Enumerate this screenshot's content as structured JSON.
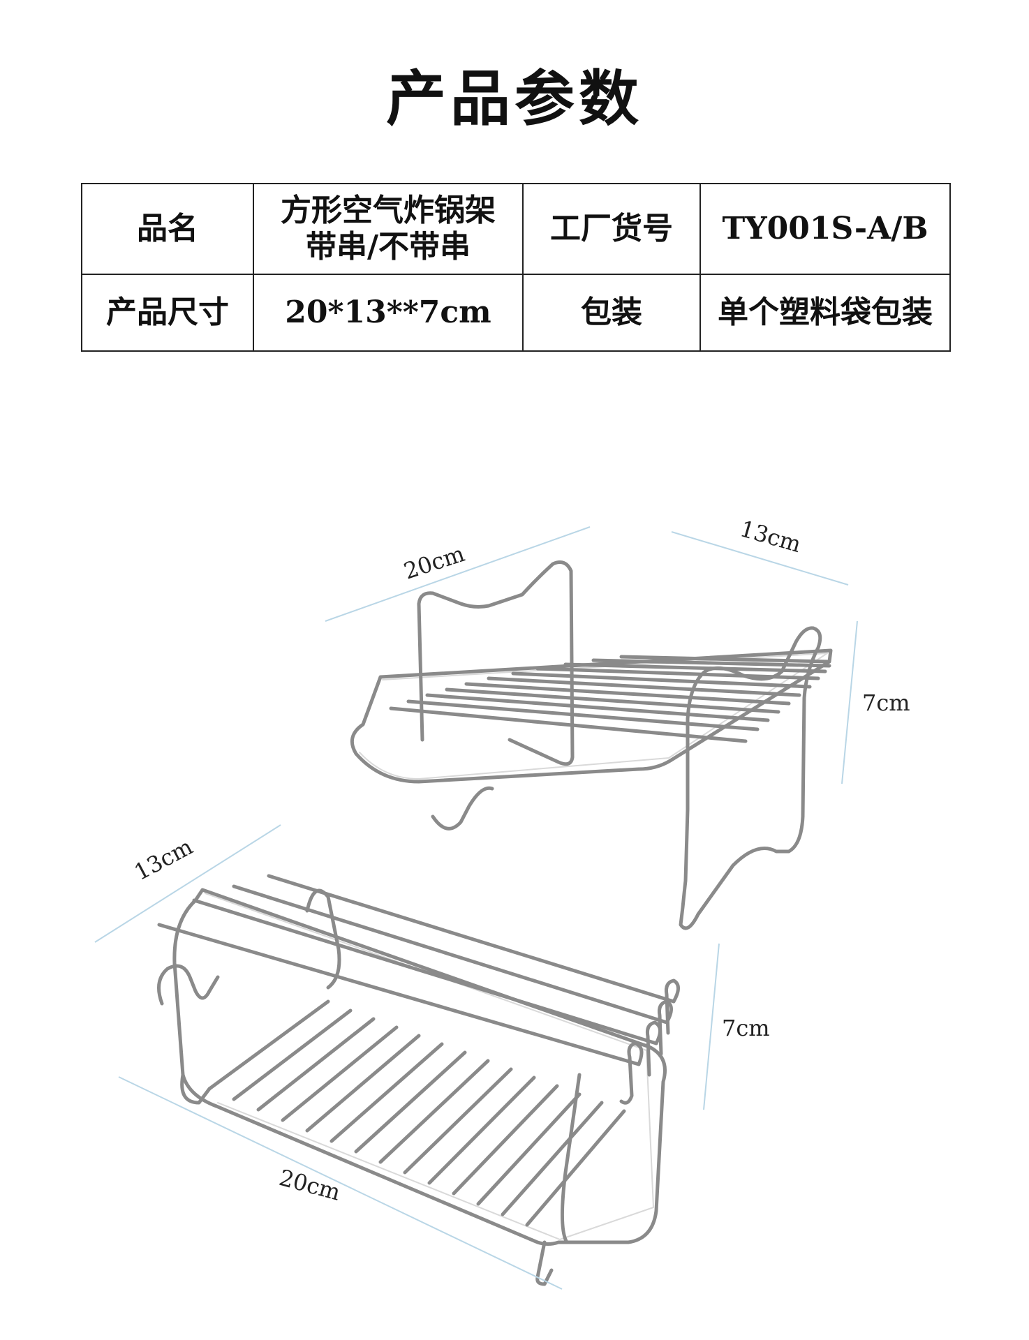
{
  "title": "产品参数",
  "params": {
    "row1": {
      "label1": "品名",
      "value1_line1": "方形空气炸锅架",
      "value1_line2": "带串/不带串",
      "label2": "工厂货号",
      "value2": "TY001S-A/B"
    },
    "row2": {
      "label1": "产品尺寸",
      "value1": "20*13**7cm",
      "label2": "包装",
      "value2": "单个塑料袋包装"
    }
  },
  "figure": {
    "rack_top": {
      "length": "20cm",
      "width": "13cm",
      "height": "7cm"
    },
    "rack_bottom": {
      "width": "13cm",
      "height": "7cm",
      "length": "20cm"
    }
  },
  "colors": {
    "dimension_line": "#b9d6e6",
    "wire": "#8a8a8a",
    "border": "#222222"
  }
}
